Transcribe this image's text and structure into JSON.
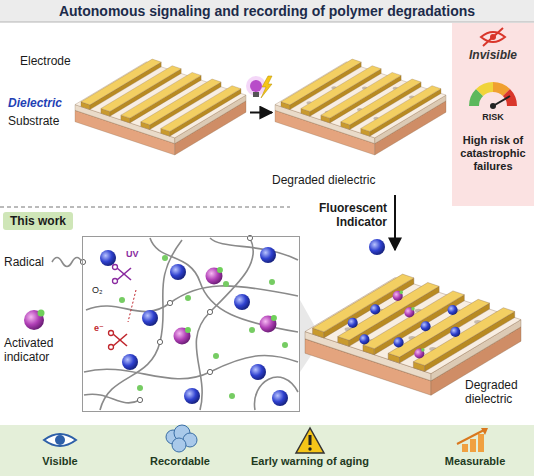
{
  "diagram": {
    "title": "Autonomous signaling and recording of polymer degradations",
    "nodes": [
      {
        "text": [
          "Electrode",
          "Dielectric",
          "Substrate"
        ]
      },
      {
        "text": [
          "Degraded dielectric"
        ]
      },
      {
        "text": [
          "Invisible",
          "RISK",
          "High risk of catastrophic failures"
        ]
      },
      {
        "text": [
          "This work"
        ]
      },
      {
        "text": [
          "UV",
          "O₂",
          "e⁻"
        ]
      },
      {
        "text": [
          "Degraded dielectric"
        ]
      },
      {
        "text": [
          "Visible",
          "Recordable",
          "Early warning of aging",
          "Measurable"
        ]
      }
    ],
    "edges": [
      {
        "from": 0,
        "to": 1,
        "arrow": "to"
      },
      {
        "from": 1,
        "to": 5,
        "label": "Fluorescent Indicator",
        "arrow": "to"
      }
    ],
    "legend": [
      {
        "text": "Radical"
      },
      {
        "text": "Activated indicator"
      }
    ]
  }
}
